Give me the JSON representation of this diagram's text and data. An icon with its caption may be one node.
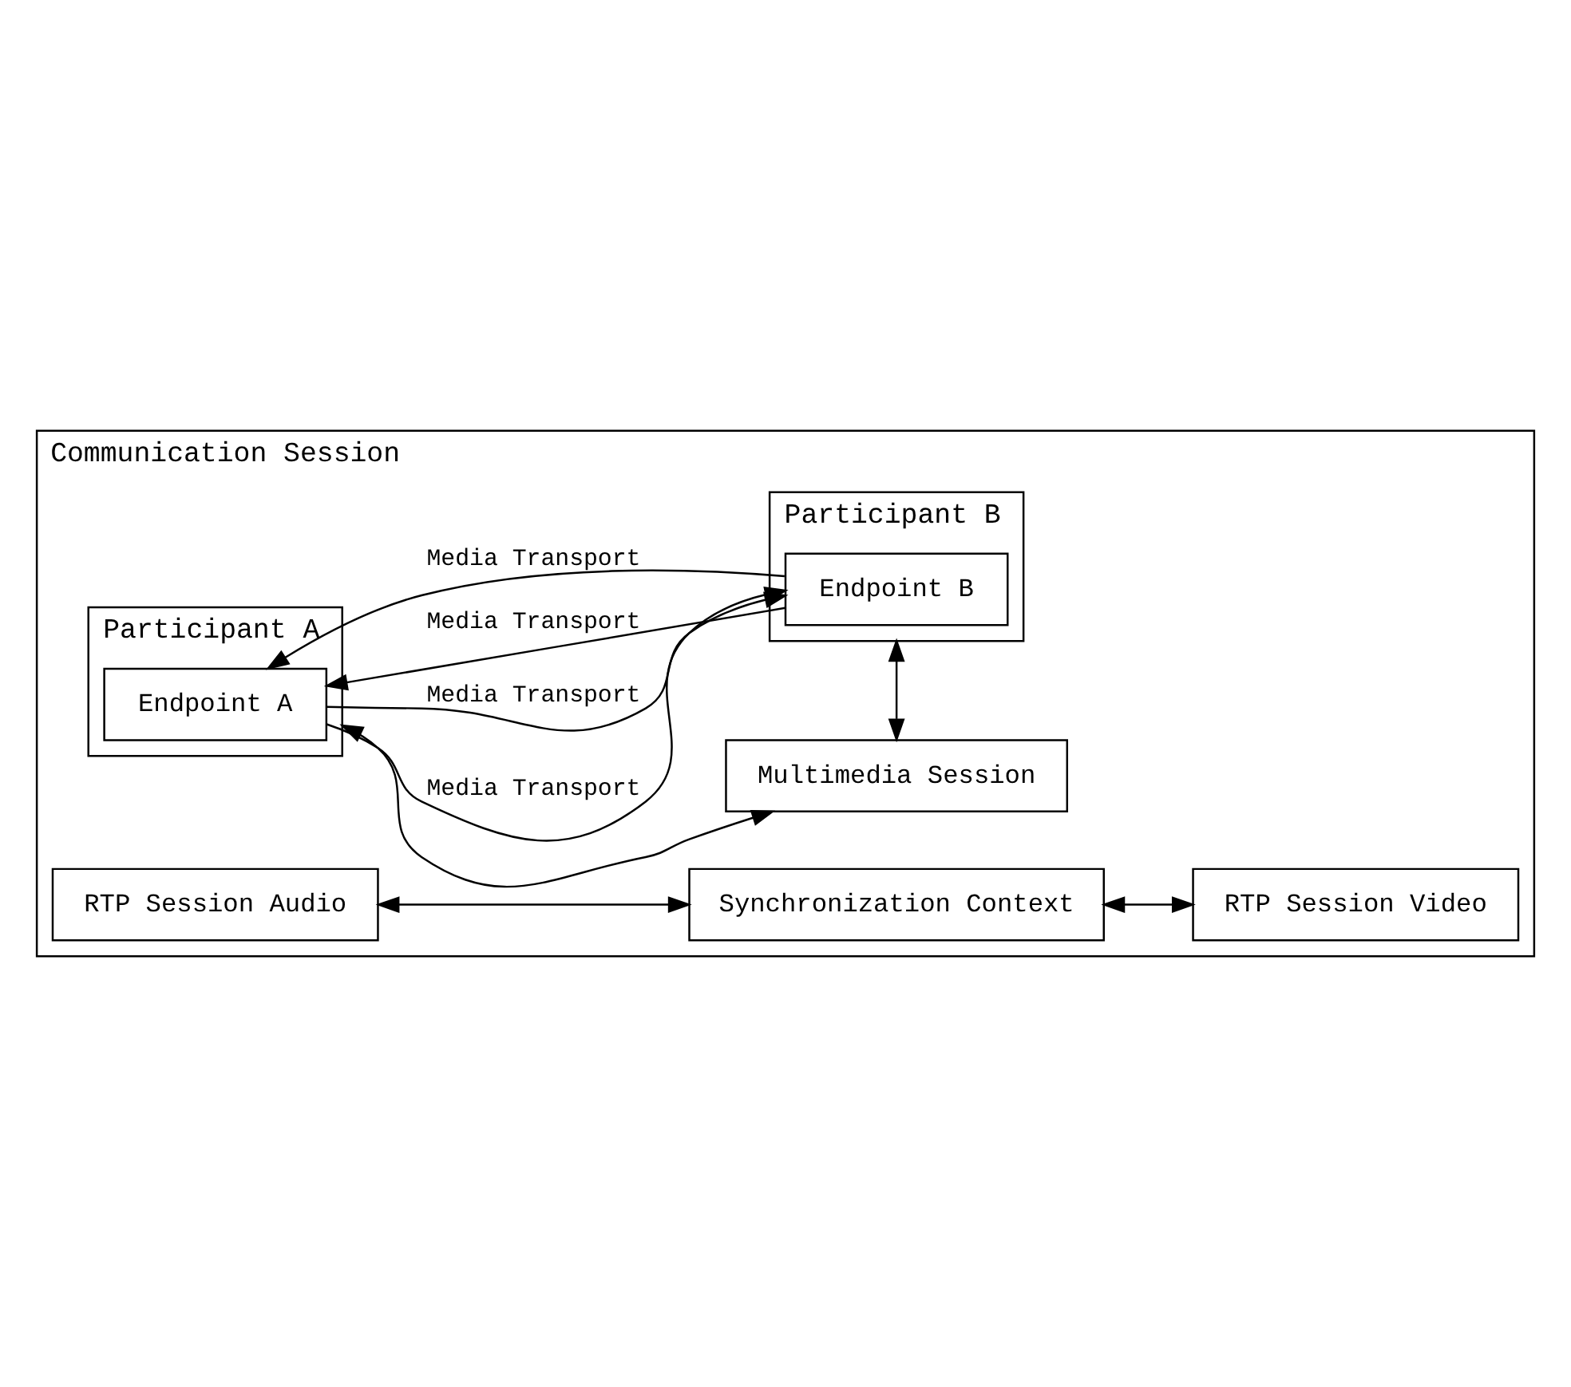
{
  "diagram": {
    "nodes": [
      {
        "text": [
          "Communication Session"
        ]
      },
      {
        "text": [
          "Participant A"
        ],
        "in": 0
      },
      {
        "text": [
          "Endpoint A"
        ],
        "in": 1
      },
      {
        "text": [
          "Multimedia Session"
        ],
        "in": 0
      },
      {
        "text": [
          "Participant B"
        ],
        "in": 0
      },
      {
        "text": [
          "Endpoint B"
        ],
        "in": 4
      },
      {
        "text": [
          "RTP Session Audio"
        ],
        "in": 0
      },
      {
        "text": [
          "Synchronization Context"
        ],
        "in": 0
      },
      {
        "text": [
          "RTP Session Video"
        ],
        "in": 0
      }
    ],
    "edges": [
      {
        "from": 1,
        "to": 3,
        "arrow": "both"
      },
      {
        "from": 3,
        "to": 4,
        "arrow": "both"
      },
      {
        "from": 2,
        "to": 5,
        "arrow": "to",
        "label": "Media Transport"
      },
      {
        "from": 5,
        "to": 2,
        "arrow": "to",
        "label": "Media Transport"
      },
      {
        "from": 6,
        "to": 7,
        "arrow": "both"
      },
      {
        "from": 7,
        "to": 8,
        "arrow": "both"
      },
      {
        "from": 5,
        "to": 2,
        "arrow": "to",
        "label": "Media Transport"
      },
      {
        "from": 2,
        "to": 5,
        "arrow": "to",
        "label": "Media Transport"
      }
    ]
  }
}
